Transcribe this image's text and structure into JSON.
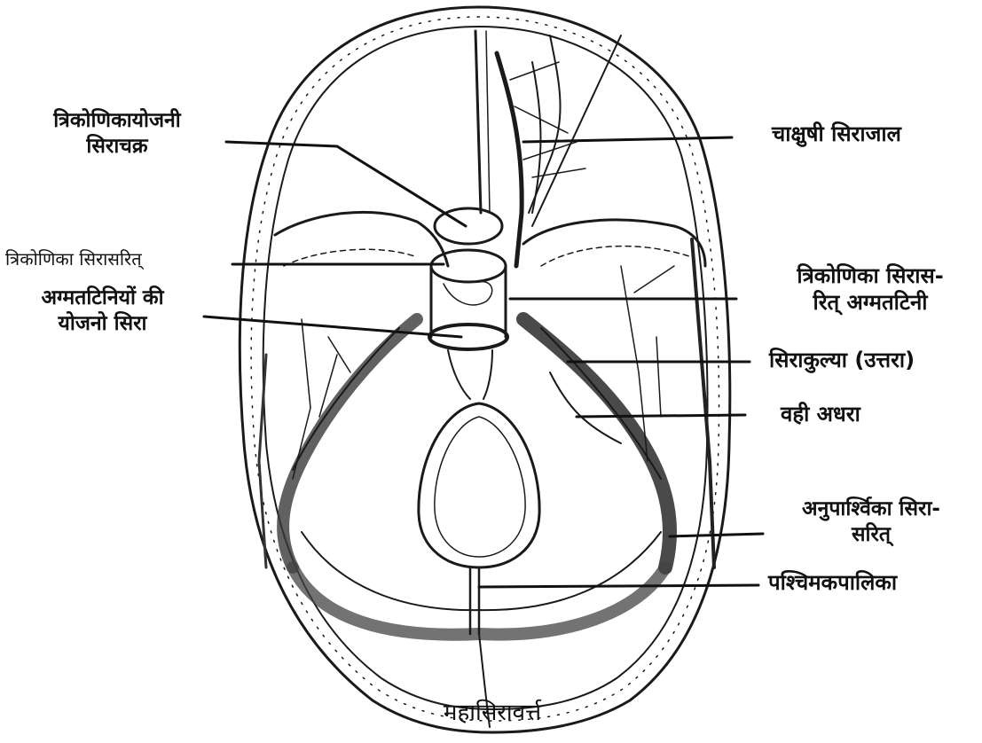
{
  "labels": {
    "left": [
      {
        "line1": "त्रिकोणिकायोजनी",
        "line2": "सिराचक्र"
      },
      {
        "line1": "त्रिकोणिका सिरासरित्",
        "line2": ""
      },
      {
        "line1": "अग्मतटिनियों की",
        "line2": "योजनो सिरा"
      }
    ],
    "right": [
      {
        "line1": "चाक्षुषी सिराजाल",
        "line2": ""
      },
      {
        "line1": "त्रिकोणिका सिरास-",
        "line2": "रित् अग्मतटिनी"
      },
      {
        "line1": "सिराकुल्या (उत्तरा)",
        "line2": ""
      },
      {
        "line1": "वही अधरा",
        "line2": ""
      },
      {
        "line1": "अनुपार्श्विका सिरा-",
        "line2": "सरित्"
      },
      {
        "line1": "पश्चिमकपालिका",
        "line2": ""
      }
    ]
  },
  "caption": "महासिरावर्त्त",
  "colors": {
    "ink": "#1a1a1a",
    "paper": "#ffffff",
    "shade": "#555555"
  }
}
